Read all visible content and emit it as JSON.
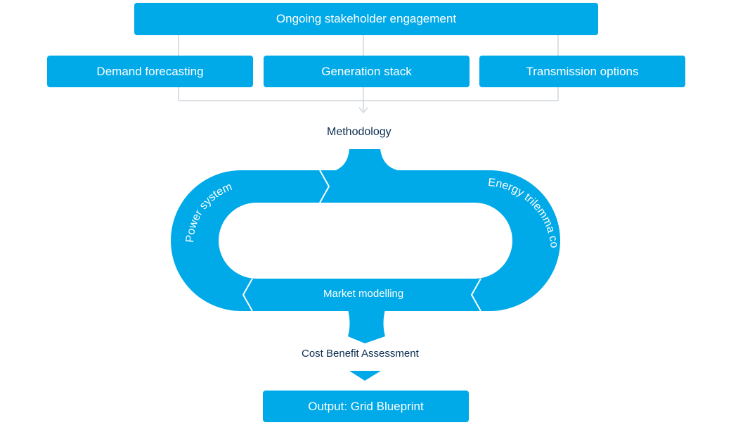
{
  "top": {
    "engagement": "Ongoing stakeholder engagement"
  },
  "inputs": [
    {
      "label": "Demand forecasting"
    },
    {
      "label": "Generation stack"
    },
    {
      "label": "Transmission options"
    }
  ],
  "methodology": {
    "title": "Methodology"
  },
  "cycle": {
    "power_system": "Power system modelling",
    "energy_trilemma": "Energy trilemma considerations",
    "market": "Market modelling"
  },
  "cost_benefit": {
    "title": "Cost Benefit Assessment"
  },
  "output": {
    "label": "Output: Grid Blueprint"
  },
  "colors": {
    "accent": "#00a9e8",
    "text_dark": "#0b2d4f",
    "connector": "#d0d5da"
  }
}
